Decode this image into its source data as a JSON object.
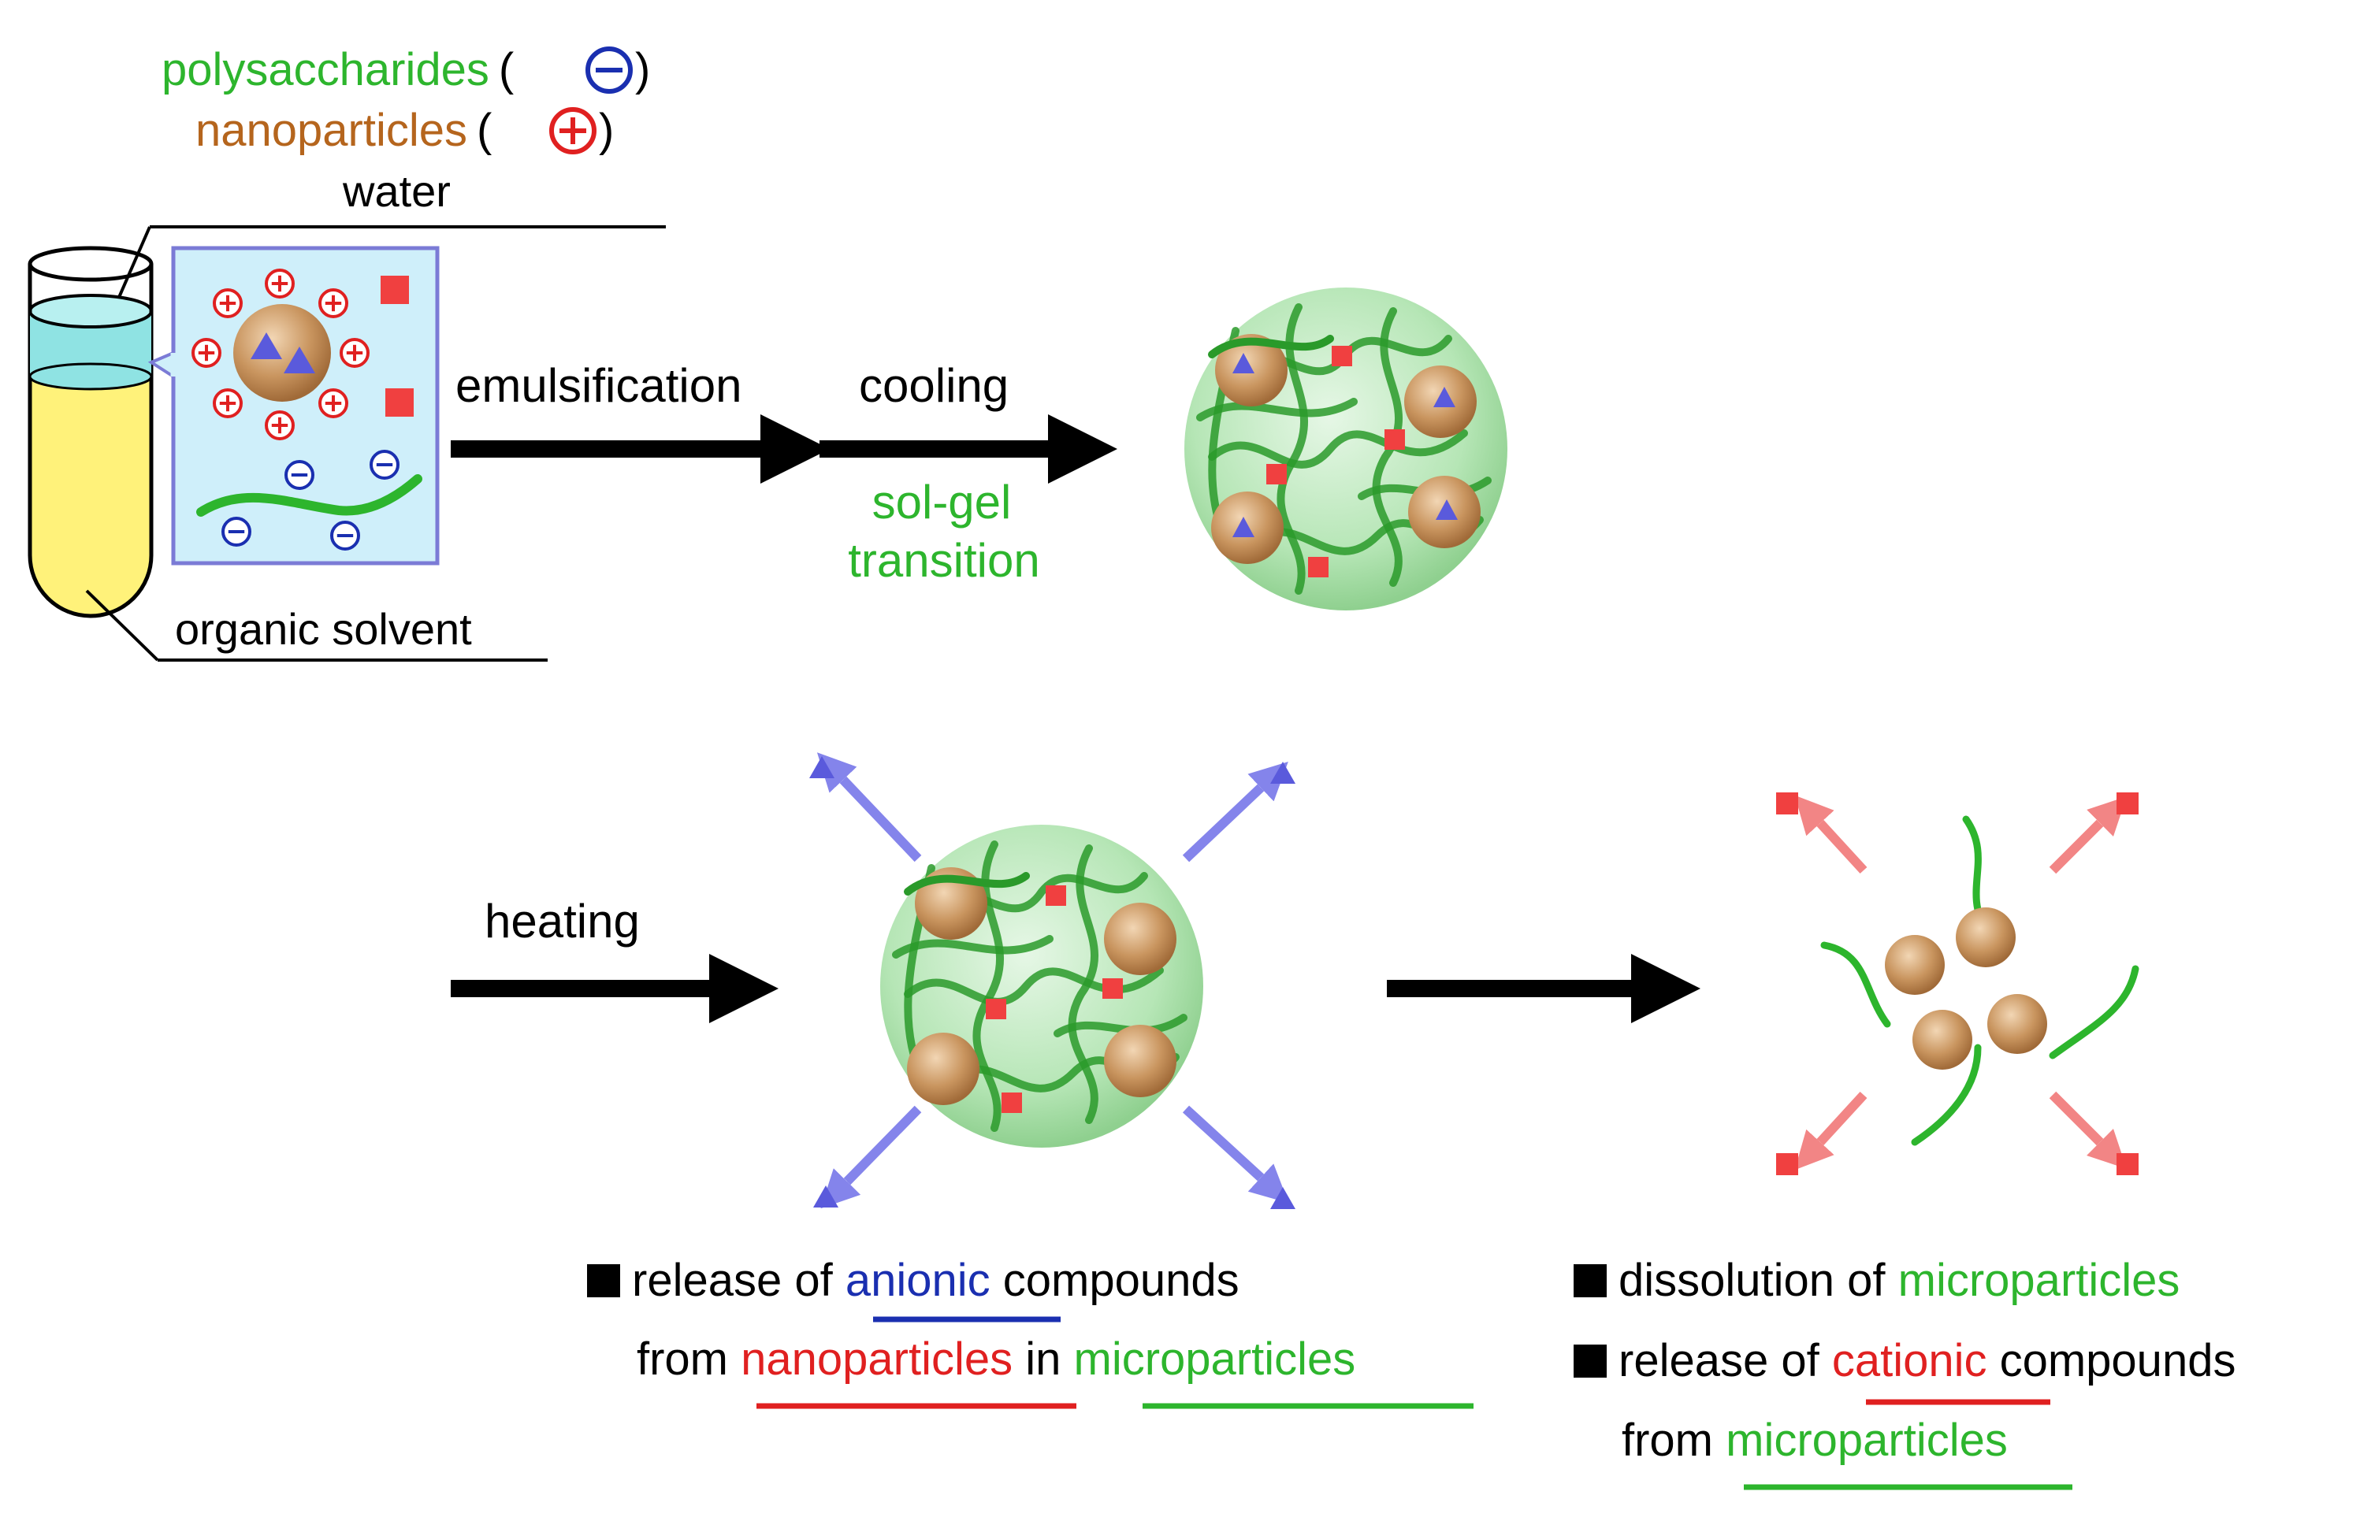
{
  "colors": {
    "green": "#2db52d",
    "brown": "#b5651d",
    "blue": "#1a2fb0",
    "red": "#e02020",
    "black": "#000000",
    "tube_liquid": "#fff27a",
    "water_layer": "#8fe3e3",
    "inset_bg": "#cfeffa",
    "inset_border": "#7b7bd6",
    "particle": "#c9955f",
    "gel": "#a8e0a8",
    "square": "#f04040",
    "triangle": "#5a5adc",
    "arrow_blue": "#6f6fe8",
    "arrow_red": "#f07070"
  },
  "legend": {
    "polysaccharides": "polysaccharides",
    "polysaccharides_charge_open": "(",
    "polysaccharides_charge_close": ")",
    "nanoparticles": "nanoparticles",
    "nanoparticles_charge_open": "(",
    "nanoparticles_charge_close": ")"
  },
  "tube": {
    "water_label": "water",
    "organic_label": "organic solvent"
  },
  "steps": {
    "emulsification": "emulsification",
    "cooling": "cooling",
    "sol_gel_line1": "sol-gel",
    "sol_gel_line2": "transition",
    "heating": "heating"
  },
  "captions": {
    "left": {
      "line1_prefix": "release of ",
      "line1_highlight": "anionic",
      "line1_suffix": " compounds",
      "line2_prefix": "from ",
      "line2_highlight1": "nanoparticles",
      "line2_mid": " in ",
      "line2_highlight2": "microparticles"
    },
    "right": {
      "item1_prefix": "dissolution of ",
      "item1_highlight": "microparticles",
      "item2_prefix": "release of ",
      "item2_highlight": "cationic",
      "item2_suffix": " compounds",
      "item3_prefix": "from ",
      "item3_highlight": "microparticles"
    }
  }
}
